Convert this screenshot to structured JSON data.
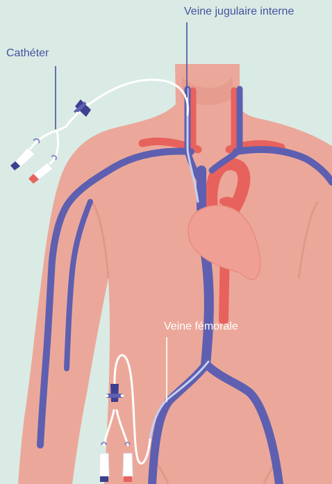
{
  "labels": {
    "jugular": "Veine jugulaire interne",
    "catheter": "Cathéter",
    "femoral": "Veine fémorale"
  },
  "colors": {
    "background": "#d9ebe4",
    "skin": "#eba89a",
    "skin_shadow": "#e2978a",
    "vein": "#5e5fb0",
    "artery": "#e8625d",
    "heart": "#ef9f93",
    "catheter_tube": "#ffffff",
    "hub": "#3d3f8f",
    "label_text": "#4b4f9e"
  }
}
